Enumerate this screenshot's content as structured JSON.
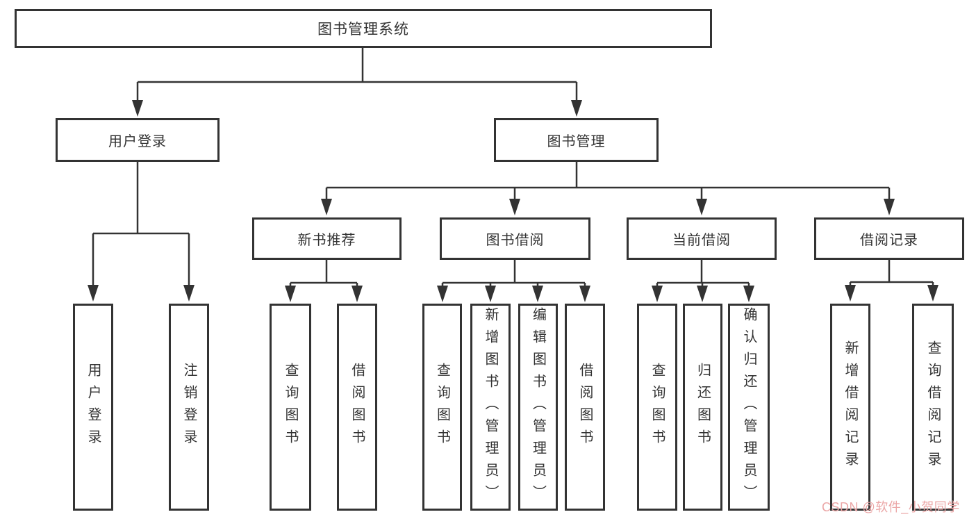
{
  "diagram": {
    "root": {
      "label": "图书管理系统"
    },
    "branches": [
      {
        "label": "用户登录",
        "children": [
          {
            "label": "用户登录"
          },
          {
            "label": "注销登录"
          }
        ]
      },
      {
        "label": "图书管理",
        "modules": [
          {
            "label": "新书推荐",
            "children": [
              {
                "label": "查询图书"
              },
              {
                "label": "借阅图书"
              }
            ]
          },
          {
            "label": "图书借阅",
            "children": [
              {
                "label": "查询图书"
              },
              {
                "label": "新增图书（管理员）"
              },
              {
                "label": "编辑图书（管理员）"
              },
              {
                "label": "借阅图书"
              }
            ]
          },
          {
            "label": "当前借阅",
            "children": [
              {
                "label": "查询图书"
              },
              {
                "label": "归还图书"
              },
              {
                "label": "确认归还（管理员）"
              }
            ]
          },
          {
            "label": "借阅记录",
            "children": [
              {
                "label": "新增借阅记录"
              },
              {
                "label": "查询借阅记录"
              }
            ]
          }
        ]
      }
    ]
  },
  "watermark": {
    "text": "CSDN @软件_小贺同学",
    "color": "#eba6a6"
  },
  "colors": {
    "line": "#333333",
    "box_border": "#333333",
    "text": "#333333",
    "background": "#ffffff"
  }
}
